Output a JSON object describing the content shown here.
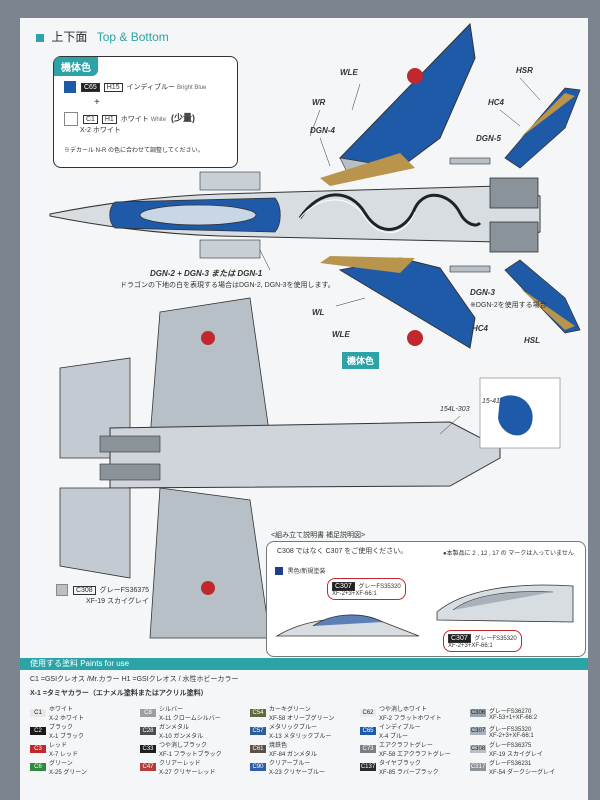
{
  "header": {
    "title_jp": "上下面",
    "title_en": "Top & Bottom"
  },
  "body_color_box": {
    "title": "機体色",
    "row1": {
      "code": "C65",
      "sub": "H15",
      "name": "インディブルー",
      "name_en": "Bright Blue"
    },
    "plus": "+",
    "row2": {
      "code": "C1",
      "sub": "H1",
      "name": "ホワイト",
      "name_en": "White",
      "amount": "(少量)",
      "tamiya": "X-2 ホワイト"
    },
    "note": "※デカール N-R の色に合わせて調整してください。"
  },
  "labels": {
    "wle_top": "WLE",
    "wr": "WR",
    "dgn4": "DGN-4",
    "hsr": "HSR",
    "hc4_top": "HC4",
    "dgn5": "DGN-5",
    "dgn_line": "DGN-2 + DGN-3 または DGN-1",
    "dgn_note": "ドラゴンの下地の白を表現する場合はDGN-2, DGN-3を使用します。",
    "wl": "WL",
    "wle_bot": "WLE",
    "dgn3": "DGN-3",
    "dgn3_note": "※DGN-2を使用する場合",
    "hc4_bot": "HC4",
    "hsl": "HSL",
    "body_color_badge": "機体色",
    "part_154": "154L-303",
    "side_text": "15-41"
  },
  "bottom_callout": {
    "code": "C308",
    "name": "グレーFS36375",
    "tamiya": "XF-19 スカイグレイ"
  },
  "supplement": {
    "title": "<組み立て説明書 補足説明図>",
    "line1": "C308 ではなく C307 をご使用ください。",
    "legend": "黒色/新規塗装",
    "callout1": {
      "code": "C307",
      "name": "グレーFS35320",
      "tamiya": "XF-2+3+XF-66:1"
    },
    "note2": "●本製品に 2 , 12 , 17 の マークは入っていません",
    "callout2": {
      "code": "C307",
      "name": "グレーFS35320",
      "tamiya": "XF-2+3+XF-66:1"
    }
  },
  "paints": {
    "header": "使用する塗料 Paints for use",
    "legend1": "C1 =GSIクレオス /Mr.カラー   H1 =GSIクレオス / 水性ホビーカラー",
    "legend2": "X-1 =タミヤカラー（エナメル塗料またはアクリル塗料）",
    "items": [
      {
        "code": "C1",
        "name": "ホワイト",
        "tamiya": "X-2 ホワイト",
        "color": "#e8e8e8"
      },
      {
        "code": "C2",
        "name": "ブラック",
        "tamiya": "X-1 ブラック",
        "color": "#1a1a1a"
      },
      {
        "code": "C3",
        "name": "レッド",
        "tamiya": "X-7 レッド",
        "color": "#c0282d"
      },
      {
        "code": "C6",
        "name": "グリーン",
        "tamiya": "X-25 グリーン",
        "color": "#2e8a3e"
      },
      {
        "code": "C8",
        "name": "シルバー",
        "tamiya": "X-11 クロームシルバー",
        "color": "#9aa0a6"
      },
      {
        "code": "C28",
        "name": "ガンメタル",
        "tamiya": "X-10 ガンメタル",
        "color": "#4a4d52"
      },
      {
        "code": "C33",
        "name": "つや消しブラック",
        "tamiya": "XF-1 フラットブラック",
        "color": "#1f1f1f"
      },
      {
        "code": "C47",
        "name": "クリアーレッド",
        "tamiya": "X-27 クリヤーレッド",
        "color": "#b83a3a"
      },
      {
        "code": "C54",
        "name": "カーキグリーン",
        "tamiya": "XF-58 オリーブグリーン",
        "color": "#5d6a3b"
      },
      {
        "code": "C57",
        "name": "メタリックブルー",
        "tamiya": "X-13 メタリックブルー",
        "color": "#2f5d9c"
      },
      {
        "code": "C61",
        "name": "焼鉄色",
        "tamiya": "XF-84 ガンメタル",
        "color": "#5a5048"
      },
      {
        "code": "C90",
        "name": "クリアーブルー",
        "tamiya": "X-23 クリヤーブルー",
        "color": "#2e5fa8"
      },
      {
        "code": "C62",
        "name": "つや消しホワイト",
        "tamiya": "XF-2 フラットホワイト",
        "color": "#ececec"
      },
      {
        "code": "C65",
        "name": "インディブルー",
        "tamiya": "X-4 ブルー",
        "color": "#1f5aa8"
      },
      {
        "code": "C73",
        "name": "エアクラフトグレー",
        "tamiya": "XF-58 エアクラフトグレー",
        "color": "#7a8088"
      },
      {
        "code": "C137",
        "name": "タイヤブラック",
        "tamiya": "XF-85 ラバーブラック",
        "color": "#2a2a2a"
      },
      {
        "code": "C306",
        "name": "グレーFS36270",
        "tamiya": "XF-53+1+XF-66:2",
        "color": "#9aa3ab"
      },
      {
        "code": "C307",
        "name": "グレーFS35320",
        "tamiya": "XF-2+3+XF-66:1",
        "color": "#a9b2ba"
      },
      {
        "code": "C308",
        "name": "グレーFS36375",
        "tamiya": "XF-19 スカイグレイ",
        "color": "#b8c0c7"
      },
      {
        "code": "C317",
        "name": "グレーFS36231",
        "tamiya": "XF-54 ダークシーグレイ",
        "color": "#8b939b"
      }
    ]
  }
}
